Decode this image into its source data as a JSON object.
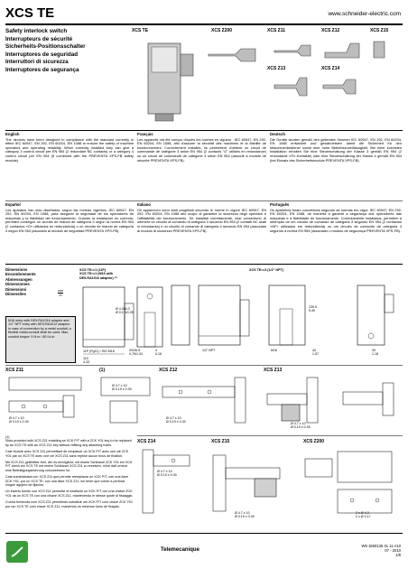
{
  "header": {
    "title": "XCS TE",
    "url": "www.schneider-electric.com"
  },
  "languages": [
    "Safety interlock switch",
    "Interrupteurs de sécurité",
    "Sicherheits-Positionsschalter",
    "Interruptores de seguridad",
    "Interruttori di sicurezza",
    "Interruptores de segurança"
  ],
  "product_labels": {
    "te": "XCS TE",
    "z200": "XCS Z200",
    "z11": "XCS Z11",
    "z12": "XCS Z12",
    "z15": "XCS Z15",
    "z13": "XCS Z13",
    "z14": "XCS Z14"
  },
  "descriptions": {
    "en": {
      "lang": "English",
      "text": "The devices have been designed in compliance with the standard currently in effect IEC 60947, EN 292, EN 60204, EN 1088 to ensure the safety of machine operators and operating reliability. When correctly installed they can give a category 3 control circuit per EN 954 (2 redundant NC contacts) or a category 4 control circuit per EN 954 (if combined with the PREVENTA XPS-FB safety module)."
    },
    "fr": {
      "lang": "Français",
      "text": "Les appareils ont été conçus d'après les normes en vigueur : IEC 60947, EN 292, EN 60204, EN 1088, afin d'assurer la sécurité des machines et la fiabilité de fonctionnement. Correctement installés, ils permettent d'obtenir un circuit de commande de catégorie 3 selon EN 954 (2 contacts \"O\" utilisés en redondance) ou un circuit de commande de catégorie 4 selon EN 954 (associé à module de sécurité PREVENTA XPS-FB)."
    },
    "de": {
      "lang": "Deutsch",
      "text": "Die Geräte wurden gemäß den geltenden Normen IEC 60947, EN 292, EN 60204, EN 1088 entwickelt und gewährleisten damit die Sicherheit für den Maschinenbediener sowie eine hohe Betriebszuverlässigkeit. Bei einer korrekten Installation erhalten Sie eine Steuerschaltung der Klasse 3 gemäß EN 954 (2 redundante «Ö»-Kontakte) oder eine Steuerschaltung der Klasse 4 gemäß EN 954 (bei Einsatz des Sicherheitsmoduls PREVENTA XPS-FB)."
    },
    "es": {
      "lang": "Español",
      "text": "Los aparatos han sido diseñados, según las normas vigentes: IEC 60947, EN 292, EN 60204, EN 1088, para asegurar la seguridad de los operadores de máquinas y la fiabilidad del funcionamiento. Cuando la instalación es correcta, permiten conseguir un circuito de mando de categoría 3 según la norma EN 954 (2 contactos «O» utilizados en redundancia) o un circuito de mando de categoría 4 según EN 954 (asociado al módulo de seguridad PREVENTA XPS-FB)."
    },
    "it": {
      "lang": "Italiano",
      "text": "Gli apparecchi sono stati progettati secondo le norme in vigore IEC 60947, EN 292, EN 60204, EN 1088 allo scopo di garantire la sicurezza degli operatori e l'affidabilità del funzionamento. Se installati correttamente, essi consentono di ottenere un circuito di comando di categoria 3 secondo EN 954 (2 contatti NC usati in ridondanza) o un circuito di comando di categoria 4 secondo EN 954 (associato al modulo di sicurezza PREVENTA XPS-FB)."
    },
    "pt": {
      "lang": "Português",
      "text": "Os aparelhos foram concebidos segundo as normas em vigor: IEC 60947, EN 292, EN 60204, EN 1088, de maneira a garantir a segurança dos operadores das máquinas e a fiabilidade do funcionamento. Correctamente instalados, permitem a obtenção de um circuito de comando de categoria 3 segundo EN 954 (2 contactos «NF» utilizados em redundância) ou um circuito de comando de categoria 4 segundo a norma EN 954 (associado o módulo de segurança PREVENTA XPS-FB)."
    }
  },
  "dimensions": {
    "headings": [
      "Dimensions",
      "Encombrements",
      "Abmessungen",
      "Dimensiones",
      "Dimensioni",
      "Dimensões"
    ],
    "unit_mm": "mm",
    "unit_in": "in",
    "variant1": "XCS TE•••1 (11P)\nXCS TE•••1 (M16 with\nDE9-RA1016 adaptor) ⁽¹⁾",
    "variant2": "XCS TE•••3 (1/2\" NPT)",
    "note_m16": "M16 entry with DE9-RA1016 adaptor and 1/2\" NPT entry with DE9-RA1012 adaptor: in case of connection by a metal conduit, a flexible metal conduit shall be used. Max. conduit torque: 9 N.m / 80 Lb.in",
    "hole_note": "Ø 4.3x6.3\nØ 0.17x0.25",
    "hole_note2": "2 x Ø 4.3\n2 x Ø 0.17",
    "entry_11p": "11P (Pg11) / ISO M16",
    "npt": "1/2\" NPT",
    "m16": "M16",
    "dims_te": [
      "110\n4.33",
      "20/26.5\n0.79/1.04",
      "4\n0.16",
      "30\n1.18",
      "43\n1.69",
      "15\n0.59",
      "40\n1.57",
      "139.5\n5.49"
    ]
  },
  "keys": {
    "z11": "XCS Z11",
    "fn1": "(1)",
    "z12": "XCS Z12",
    "z13": "XCS Z13",
    "z14": "XCS Z14",
    "z15": "XCS Z15",
    "z200": "XCS Z200",
    "hole_dims": "Ø 4.7 x 10\nØ 0.19 x 0.39"
  },
  "footnote": {
    "label": "(1)",
    "en": "Slots provided with XCS Z11 enabling an XCK P/T with a ZCK Y01 key to be replaced by an XCS TE with an XCS Z11 key without refitting any attaching holes.",
    "fr": "Cale fournie avec XCS Z11 permettant de remplacer un XCK P/T avec une clé ZCK Y01 par un XCS TE avec une clé XCS Z11 sans reprise aucun trous de fixation.",
    "de": "Mit XCS Z11 geliefelter Keil, der es ermöglicht, mit einem Schlüssel ZCK Y01 ein XCK P/T durch ein XCS TE mit einem Schlüssel XCS Z11 zu ersetzen, ohne daß erneut eine Befestigungsbohrung vorzunehmen ist.",
    "es": "Cala suministrada con XCS Z11 que permite reemplazar un XCK P/T, con una llave ZCK Y01, por un XCS TE, con una llave XCS Z11, sin tener que volver a perforar ningún agujero de fijación.",
    "it": "Un inserto fornito con XCS Z11 permette di sostituire un XCK P/T con una chiave ZCK Y01 da un XCS TE con una chiave XCS Z11, mantenendo le stesse quote di fissaggio.",
    "pt": "Cunha fornecida com XCS Z11 permitindo substituir um XCK P/T com chave ZCK Y01 por um XCS TE com chave XCS Z11, mantendo os mesmos furos de fixação."
  },
  "footer": {
    "brand": "Telemecanique",
    "ref": "W9 1560135 01 11 A10",
    "date": "07 - 2010",
    "page": "1/8"
  }
}
